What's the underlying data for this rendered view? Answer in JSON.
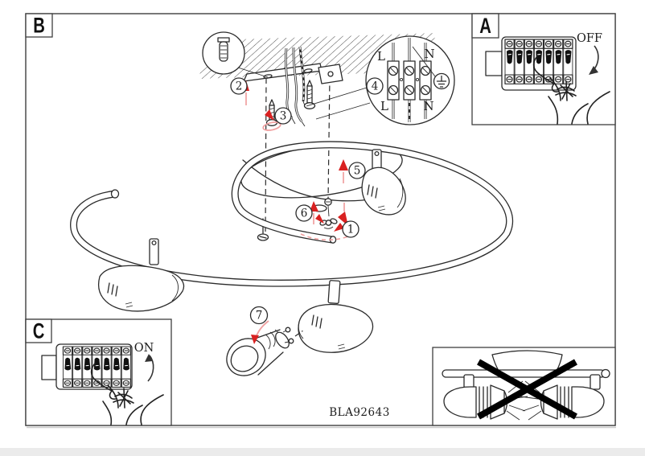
{
  "frame": {
    "letters": {
      "a": "A",
      "b": "B",
      "c": "C"
    }
  },
  "labels": {
    "off": "OFF",
    "on": "ON",
    "code": "BLA92643"
  },
  "terminals": {
    "l_top": "L",
    "n_top": "N",
    "l_bot": "L",
    "n_bot": "N"
  },
  "steps": {
    "s1": "1",
    "s2": "2",
    "s3": "3",
    "s4": "4",
    "s5": "5",
    "s6": "6",
    "s7": "7"
  },
  "colors": {
    "line": "#2b2b2b",
    "arrow_red": "#d92121",
    "arrow_red_light": "#f0a0a0",
    "cross_black": "#000000"
  }
}
